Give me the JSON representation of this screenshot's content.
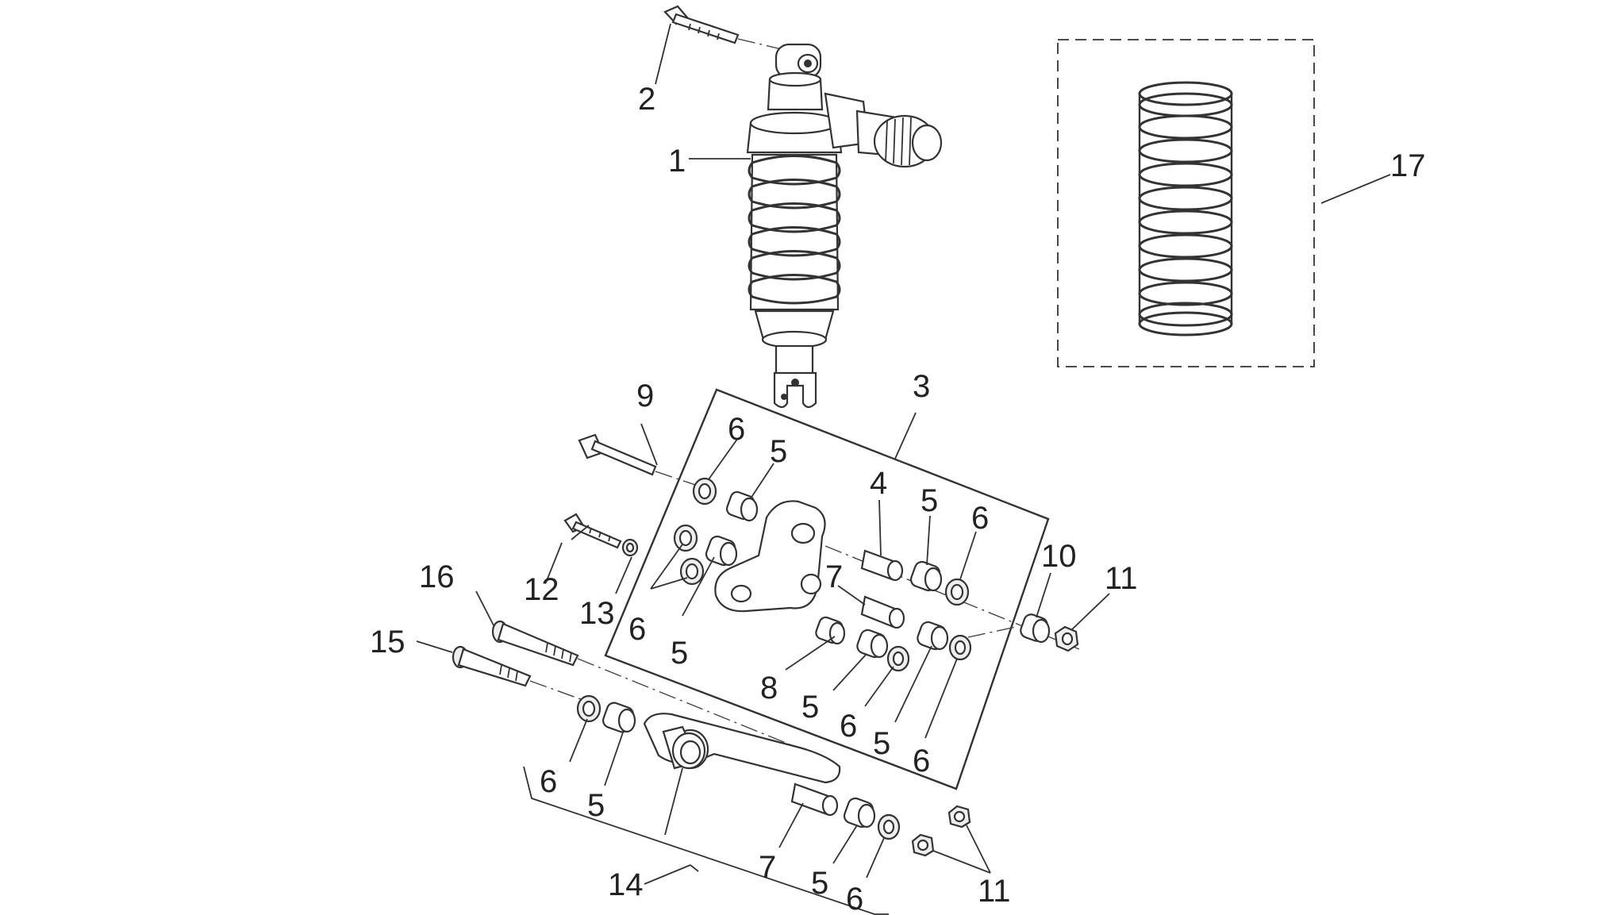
{
  "callouts": {
    "c1": "1",
    "c2": "2",
    "c3": "3",
    "c4": "4",
    "c5a": "5",
    "c5b": "5",
    "c5c": "5",
    "c5d": "5",
    "c5e": "5",
    "c5f": "5",
    "c5g": "5",
    "c6a": "6",
    "c6b": "6",
    "c6c": "6",
    "c6d": "6",
    "c6e": "6",
    "c6f": "6",
    "c6g": "6",
    "c7a": "7",
    "c7b": "7",
    "c8": "8",
    "c9": "9",
    "c10": "10",
    "c11a": "11",
    "c11b": "11",
    "c12": "12",
    "c13": "13",
    "c14": "14",
    "c15": "15",
    "c16": "16",
    "c17": "17"
  }
}
